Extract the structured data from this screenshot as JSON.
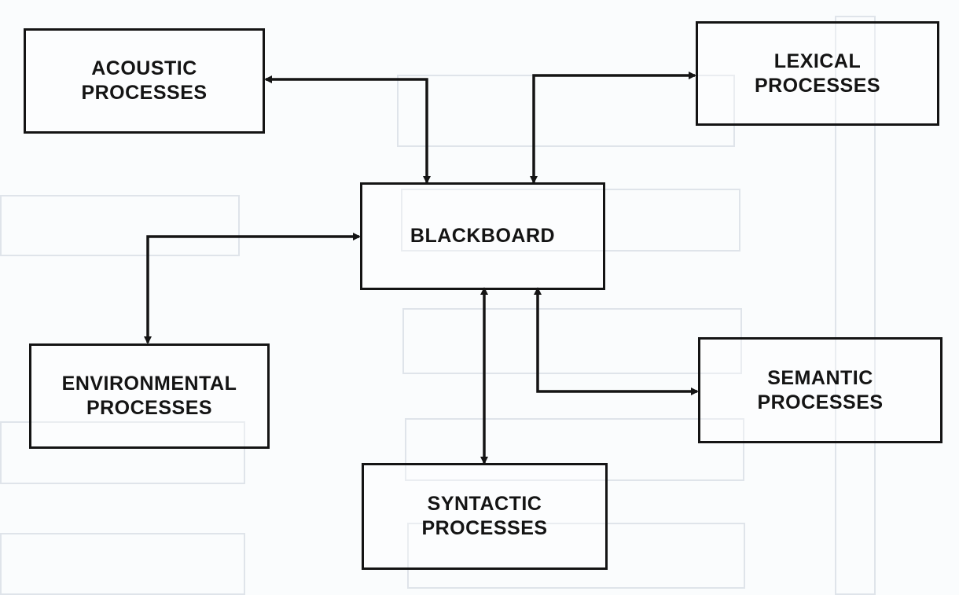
{
  "diagram": {
    "nodes": {
      "acoustic": {
        "line1": "ACOUSTIC",
        "line2": "PROCESSES"
      },
      "lexical": {
        "line1": "LEXICAL",
        "line2": "PROCESSES"
      },
      "blackboard": {
        "line1": "BLACKBOARD"
      },
      "environmental": {
        "line1": "ENVIRONMENTAL",
        "line2": "PROCESSES"
      },
      "semantic": {
        "line1": "SEMANTIC",
        "line2": "PROCESSES"
      },
      "syntactic": {
        "line1": "SYNTACTIC",
        "line2": "PROCESSES"
      }
    },
    "edges": [
      {
        "from": "blackboard",
        "to": "acoustic",
        "direction": "bidirectional"
      },
      {
        "from": "blackboard",
        "to": "lexical",
        "direction": "bidirectional"
      },
      {
        "from": "blackboard",
        "to": "environmental",
        "direction": "bidirectional"
      },
      {
        "from": "blackboard",
        "to": "semantic",
        "direction": "bidirectional"
      },
      {
        "from": "blackboard",
        "to": "syntactic",
        "direction": "bidirectional"
      }
    ],
    "colors": {
      "ink": "#141414",
      "paper": "#fafcfd",
      "bleed_through": "#dfe4ea"
    }
  }
}
